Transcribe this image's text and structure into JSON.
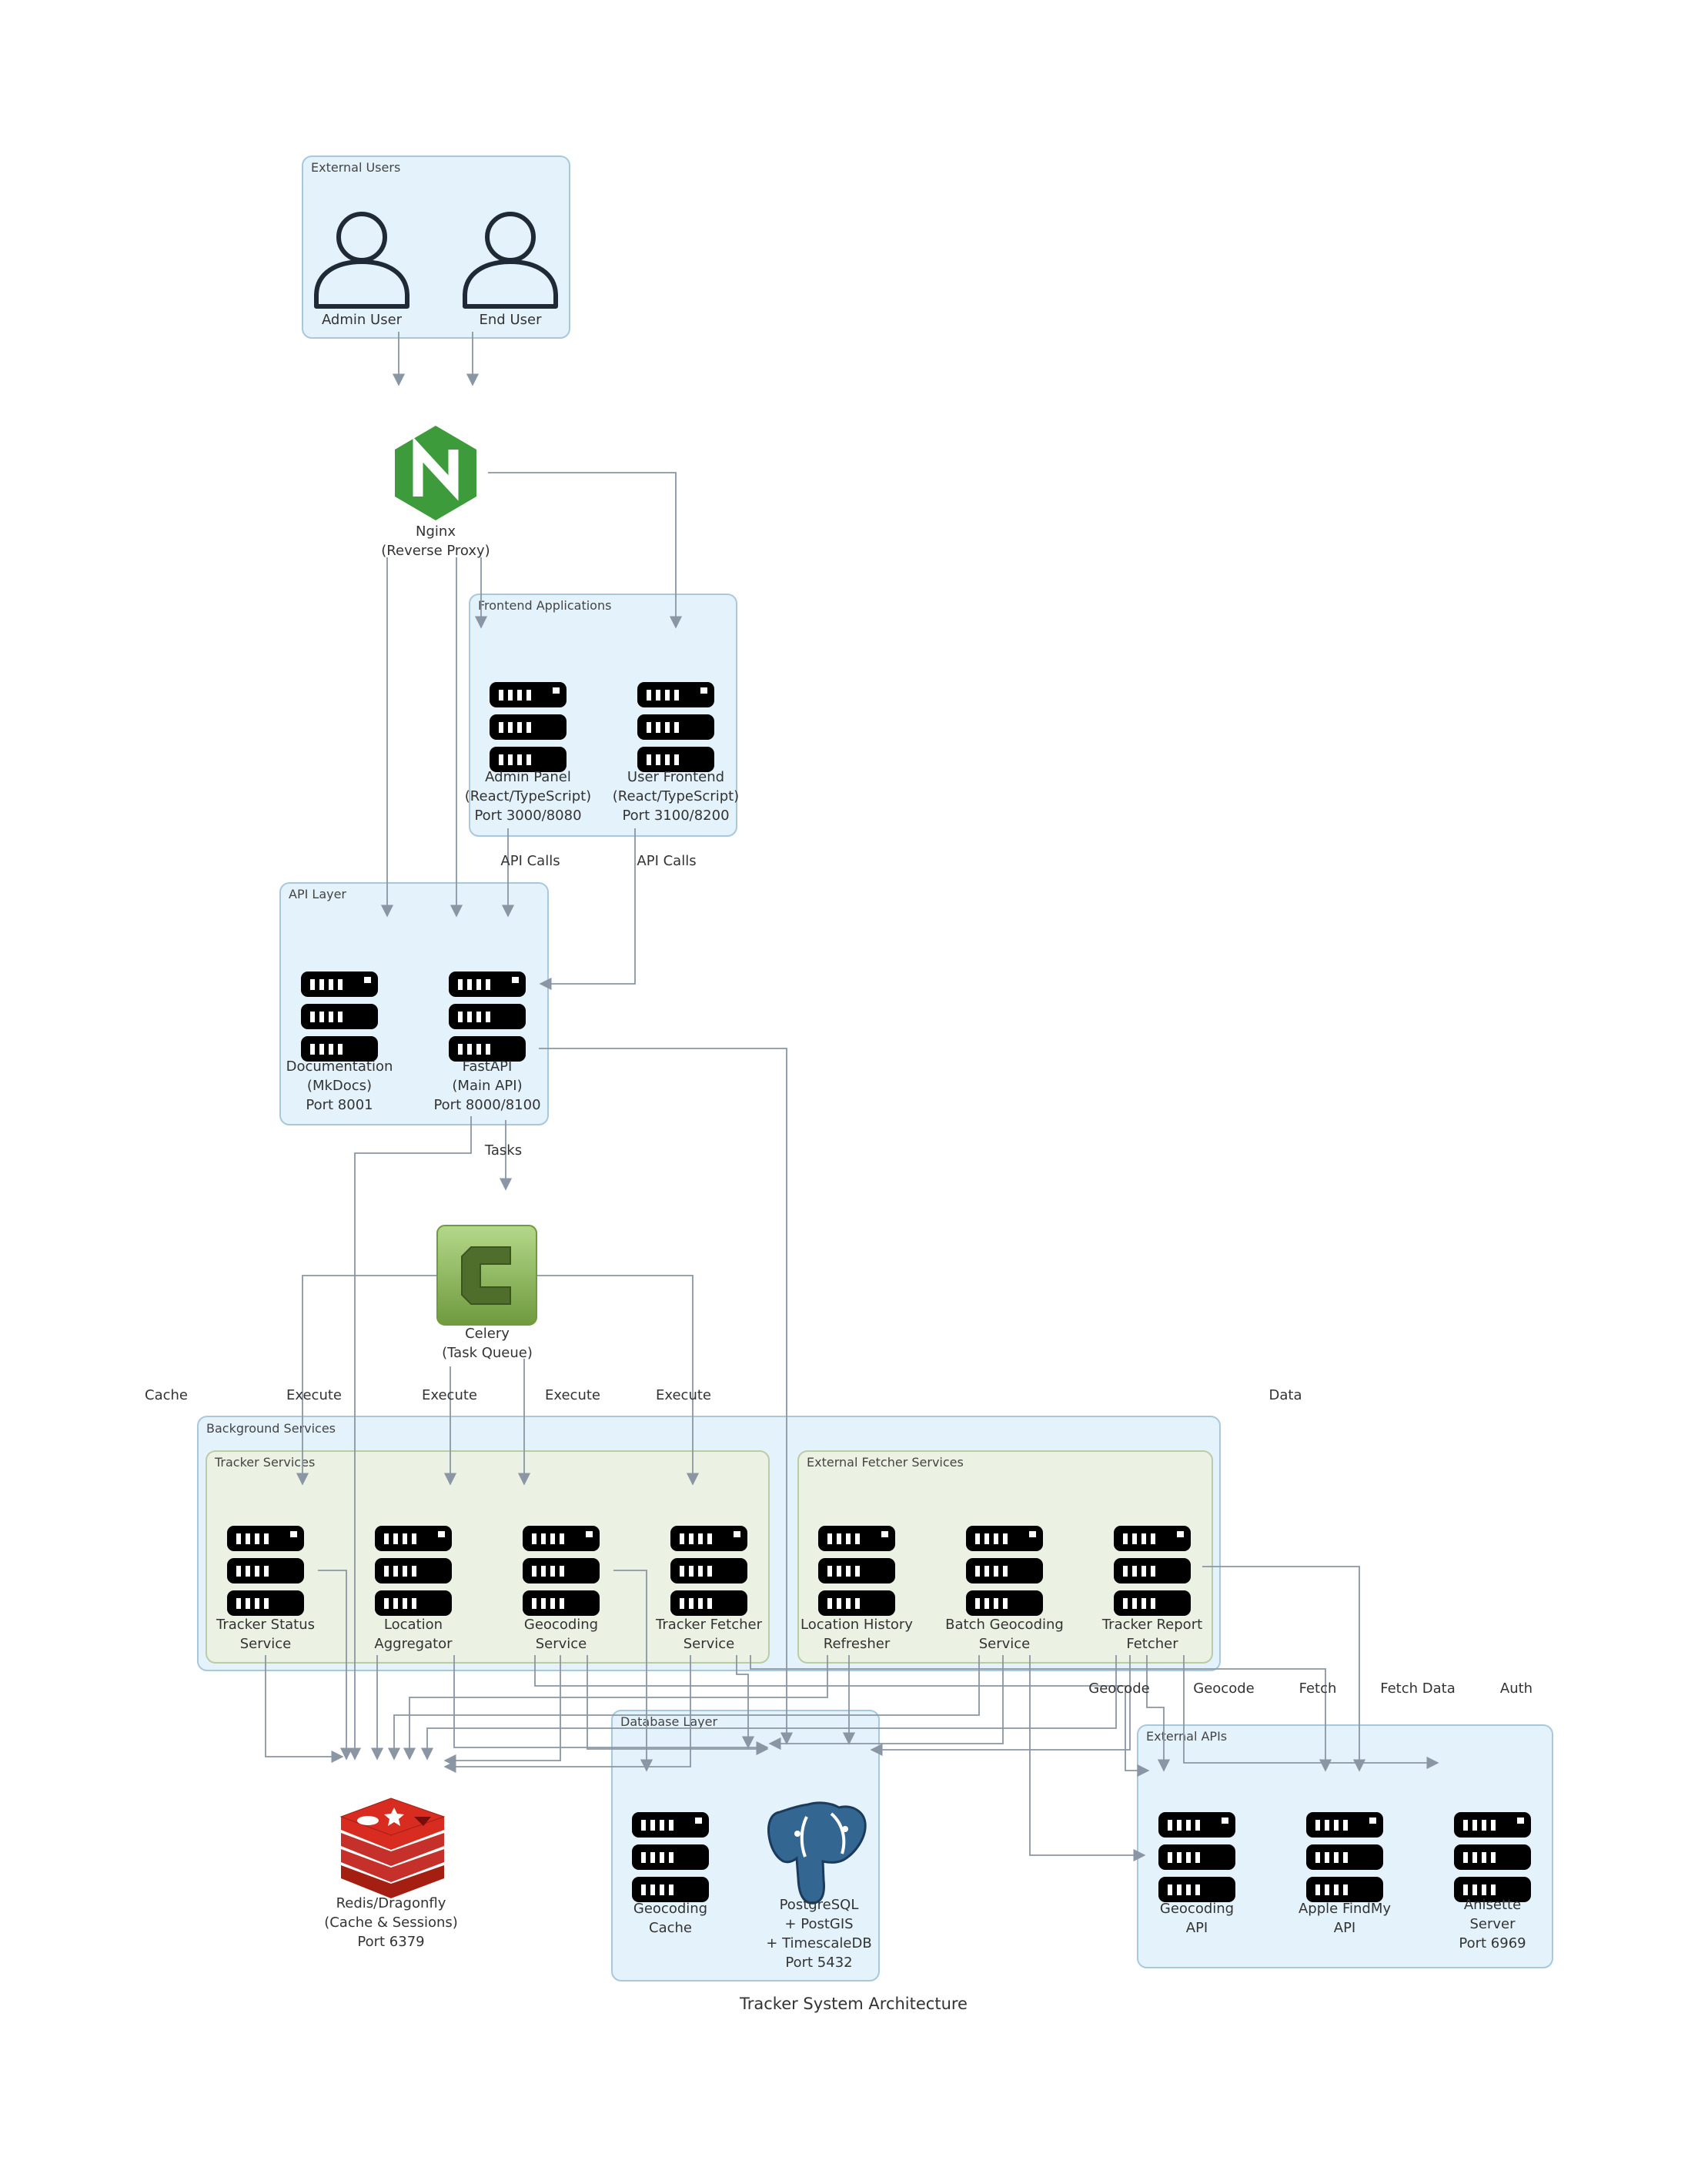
{
  "diagram": {
    "caption": "Tracker System Architecture",
    "clusters": {
      "external_users": "External Users",
      "frontend": "Frontend Applications",
      "api_layer": "API Layer",
      "background": "Background Services",
      "tracker_services": "Tracker Services",
      "external_fetchers": "External Fetcher Services",
      "database": "Database Layer",
      "external_apis": "External APIs"
    },
    "nodes": {
      "admin_user": [
        "Admin User"
      ],
      "end_user": [
        "End User"
      ],
      "nginx": [
        "Nginx",
        "(Reverse Proxy)"
      ],
      "admin_panel": [
        "Admin Panel",
        "(React/TypeScript)",
        "Port 3000/8080"
      ],
      "user_frontend": [
        "User Frontend",
        "(React/TypeScript)",
        "Port 3100/8200"
      ],
      "documentation": [
        "Documentation",
        "(MkDocs)",
        "Port 8001"
      ],
      "fastapi": [
        "FastAPI",
        "(Main API)",
        "Port 8000/8100"
      ],
      "celery": [
        "Celery",
        "(Task Queue)"
      ],
      "tracker_status": [
        "Tracker Status",
        "Service"
      ],
      "location_aggregator": [
        "Location",
        "Aggregator"
      ],
      "geocoding_service": [
        "Geocoding",
        "Service"
      ],
      "tracker_fetcher": [
        "Tracker Fetcher",
        "Service"
      ],
      "location_history": [
        "Location History",
        "Refresher"
      ],
      "batch_geocoding": [
        "Batch Geocoding",
        "Service"
      ],
      "tracker_report": [
        "Tracker Report",
        "Fetcher"
      ],
      "redis": [
        "Redis/Dragonfly",
        "(Cache & Sessions)",
        "Port 6379"
      ],
      "geocoding_cache": [
        "Geocoding",
        "Cache"
      ],
      "postgresql": [
        "PostgreSQL",
        "+ PostGIS",
        "+ TimescaleDB",
        "Port 5432"
      ],
      "geocoding_api": [
        "Geocoding",
        "API"
      ],
      "apple_findmy": [
        "Apple FindMy",
        "API"
      ],
      "anisette": [
        "Anisette",
        "Server",
        "Port 6969"
      ]
    },
    "edge_labels": {
      "api_calls_1": "API Calls",
      "api_calls_2": "API Calls",
      "tasks": "Tasks",
      "cache": "Cache",
      "execute_1": "Execute",
      "execute_2": "Execute",
      "execute_3": "Execute",
      "execute_4": "Execute",
      "data": "Data",
      "geocode_1": "Geocode",
      "geocode_2": "Geocode",
      "fetch": "Fetch",
      "fetch_data": "Fetch Data",
      "auth": "Auth"
    },
    "colors": {
      "cluster_fill": "#e4f3fb",
      "cluster_stroke": "#a9c8dc",
      "subcluster_fill": "#ebf2e3",
      "subcluster_stroke": "#b9cca6",
      "edge": "#8a96a3",
      "nginx_green": "#3d9b3c",
      "redis_red": "#d82c20",
      "postgres_blue": "#336791",
      "celery_green": "#8fb45a"
    },
    "icons": {
      "user": "person-icon",
      "server": "server-icon",
      "nginx": "nginx-logo",
      "celery": "celery-logo",
      "redis": "redis-logo",
      "postgresql": "postgresql-logo"
    }
  }
}
